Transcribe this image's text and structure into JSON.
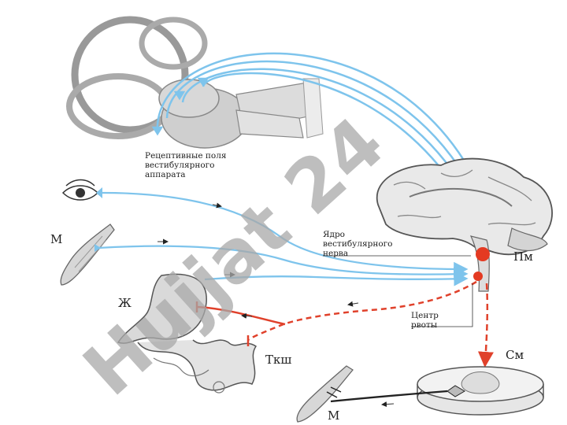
{
  "labels": {
    "receptive_fields": [
      "Рецептивные поля",
      "вестибулярного",
      "аппарата"
    ],
    "nucleus": [
      "Ядро",
      "вестибулярного",
      "нерва"
    ],
    "vomit_center": [
      "Центр",
      "рвоты"
    ],
    "muscle_left": "М",
    "muscle_bottom": "М",
    "medulla": "Пм",
    "stomach": "Ж",
    "intestine": "Ткш",
    "spinal_cord": "См"
  },
  "watermark": "Hujjat 24",
  "colors": {
    "afferent": "#7ec4ec",
    "efferent": "#e0412b",
    "motor": "#222222",
    "watermark_gray": "#a9a9a9",
    "watermark_violet": "#c9b6ee"
  }
}
